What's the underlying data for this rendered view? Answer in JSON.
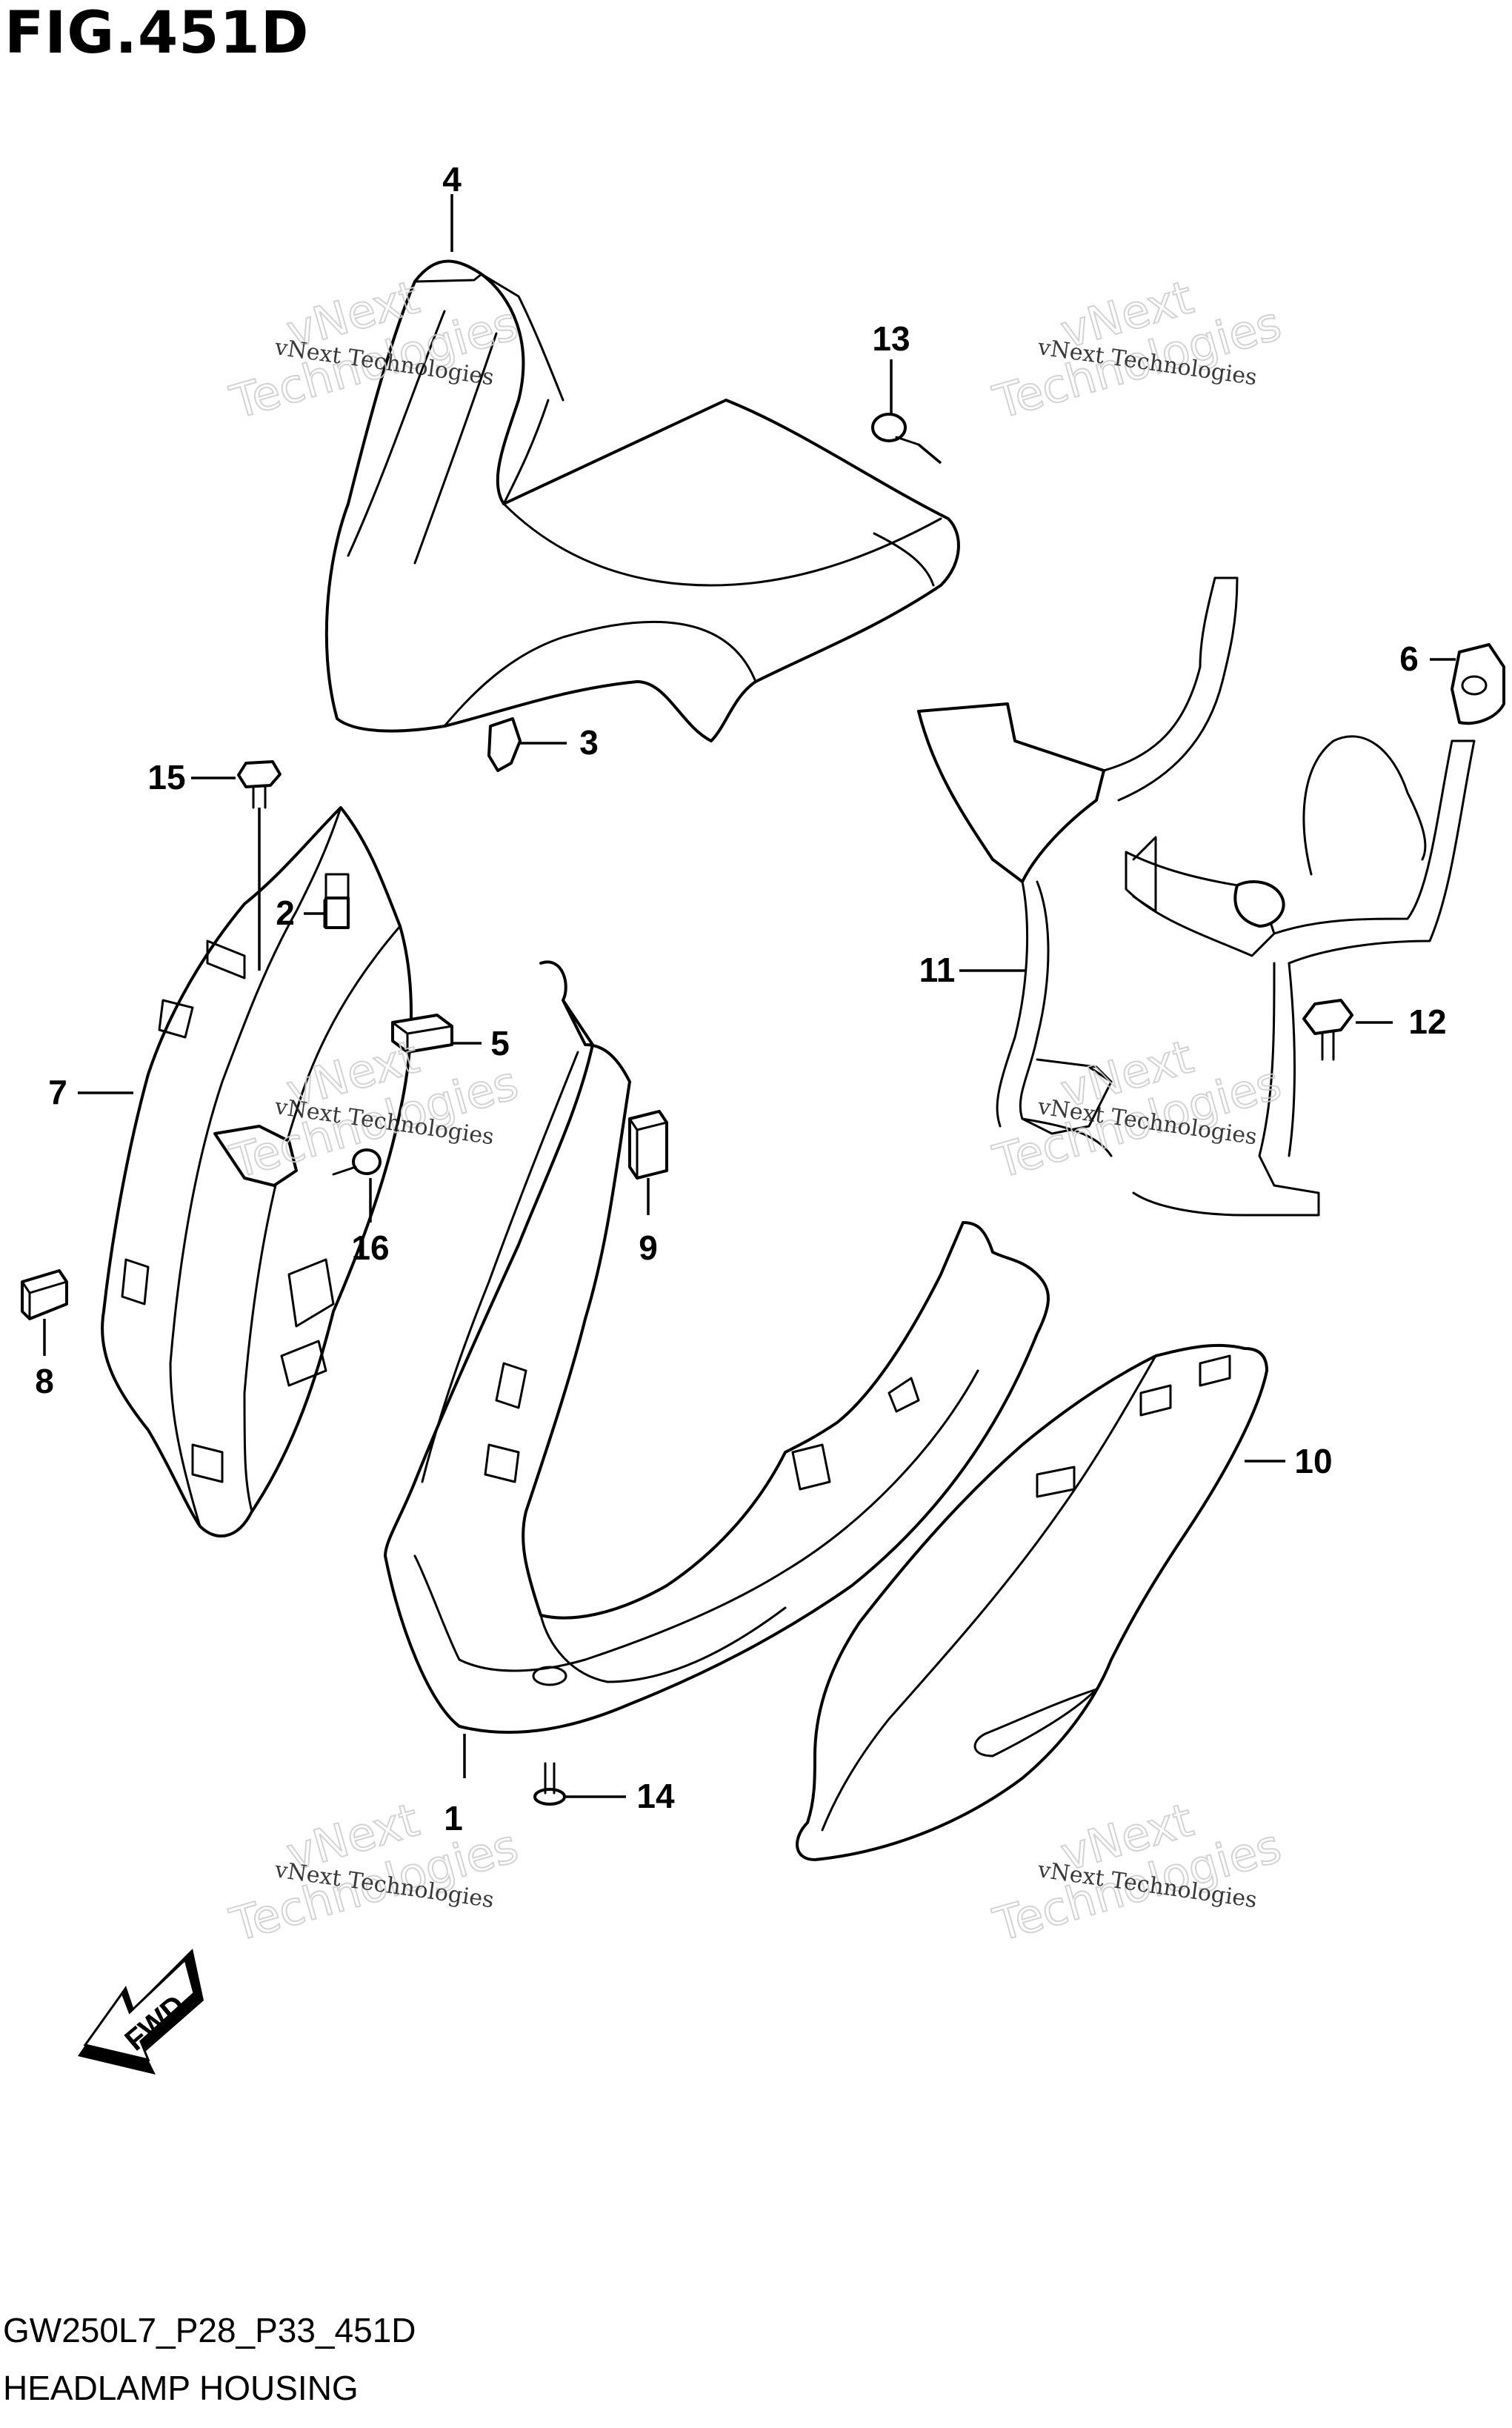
{
  "figure": {
    "title": "FIG.451D",
    "code": "GW250L7_P28_P33_451D",
    "name": "HEADLAMP HOUSING"
  },
  "watermark": {
    "small": "vNext Technologies",
    "big_line1": "vNext",
    "big_line2": "Technologies"
  },
  "fwd_label": "FWD",
  "callouts": [
    "1",
    "2",
    "3",
    "4",
    "5",
    "6",
    "7",
    "8",
    "9",
    "10",
    "11",
    "12",
    "13",
    "14",
    "15",
    "16"
  ]
}
